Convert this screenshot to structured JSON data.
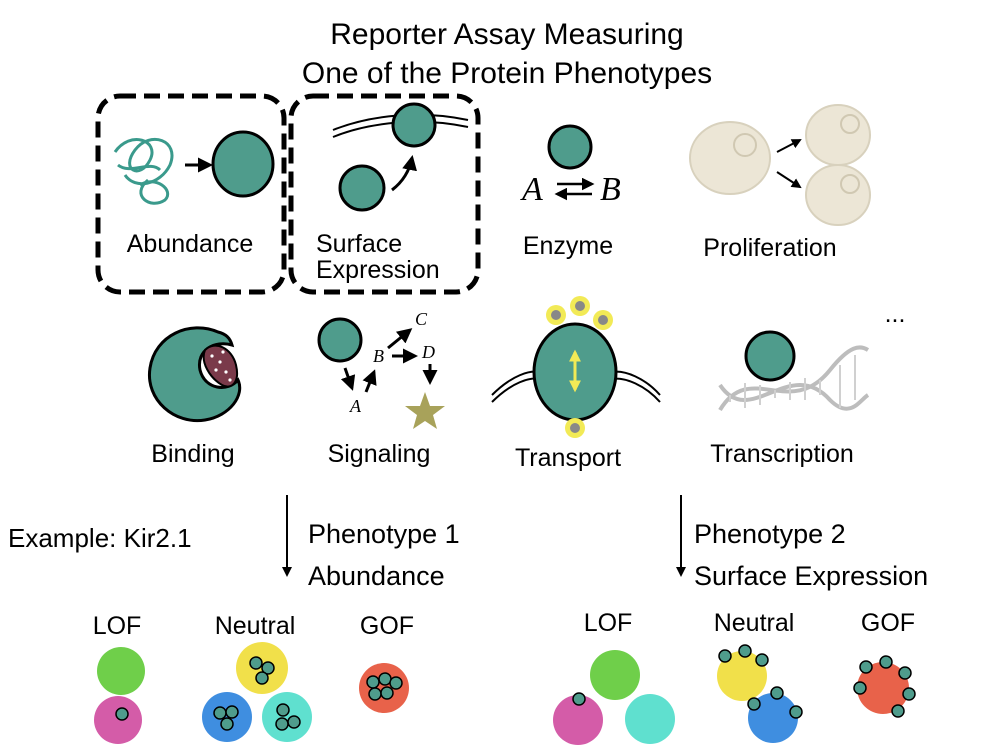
{
  "title": {
    "line1": "Reporter Assay Measuring",
    "line2": "One of the Protein Phenotypes"
  },
  "phenotypes": {
    "abundance": "Abundance",
    "surface_line1": "Surface",
    "surface_line2": "Expression",
    "enzyme": "Enzyme",
    "enzyme_a": "A",
    "enzyme_b": "B",
    "proliferation": "Proliferation",
    "binding": "Binding",
    "signaling": "Signaling",
    "sig_a": "A",
    "sig_b": "B",
    "sig_c": "C",
    "sig_d": "D",
    "transport": "Transport",
    "transcription": "Transcription",
    "ellipsis": "..."
  },
  "example": {
    "label": "Example: Kir2.1",
    "p1_line1": "Phenotype 1",
    "p1_line2": "Abundance",
    "p2_line1": "Phenotype 2",
    "p2_line2": "Surface Expression"
  },
  "groups": {
    "left": {
      "lof": "LOF",
      "neutral": "Neutral",
      "gof": "GOF"
    },
    "right": {
      "lof": "LOF",
      "neutral": "Neutral",
      "gof": "GOF"
    }
  },
  "colors": {
    "protein": "#4f9c8c",
    "cell_green": "#6fcf4a",
    "cell_pink": "#d45ca8",
    "cell_yellow": "#f1e04a",
    "cell_blue": "#3f8ee0",
    "cell_cyan": "#5fe0cf",
    "cell_red": "#e8624a",
    "star": "#a8a25a",
    "proliferation_cell": "#ece6d6"
  }
}
